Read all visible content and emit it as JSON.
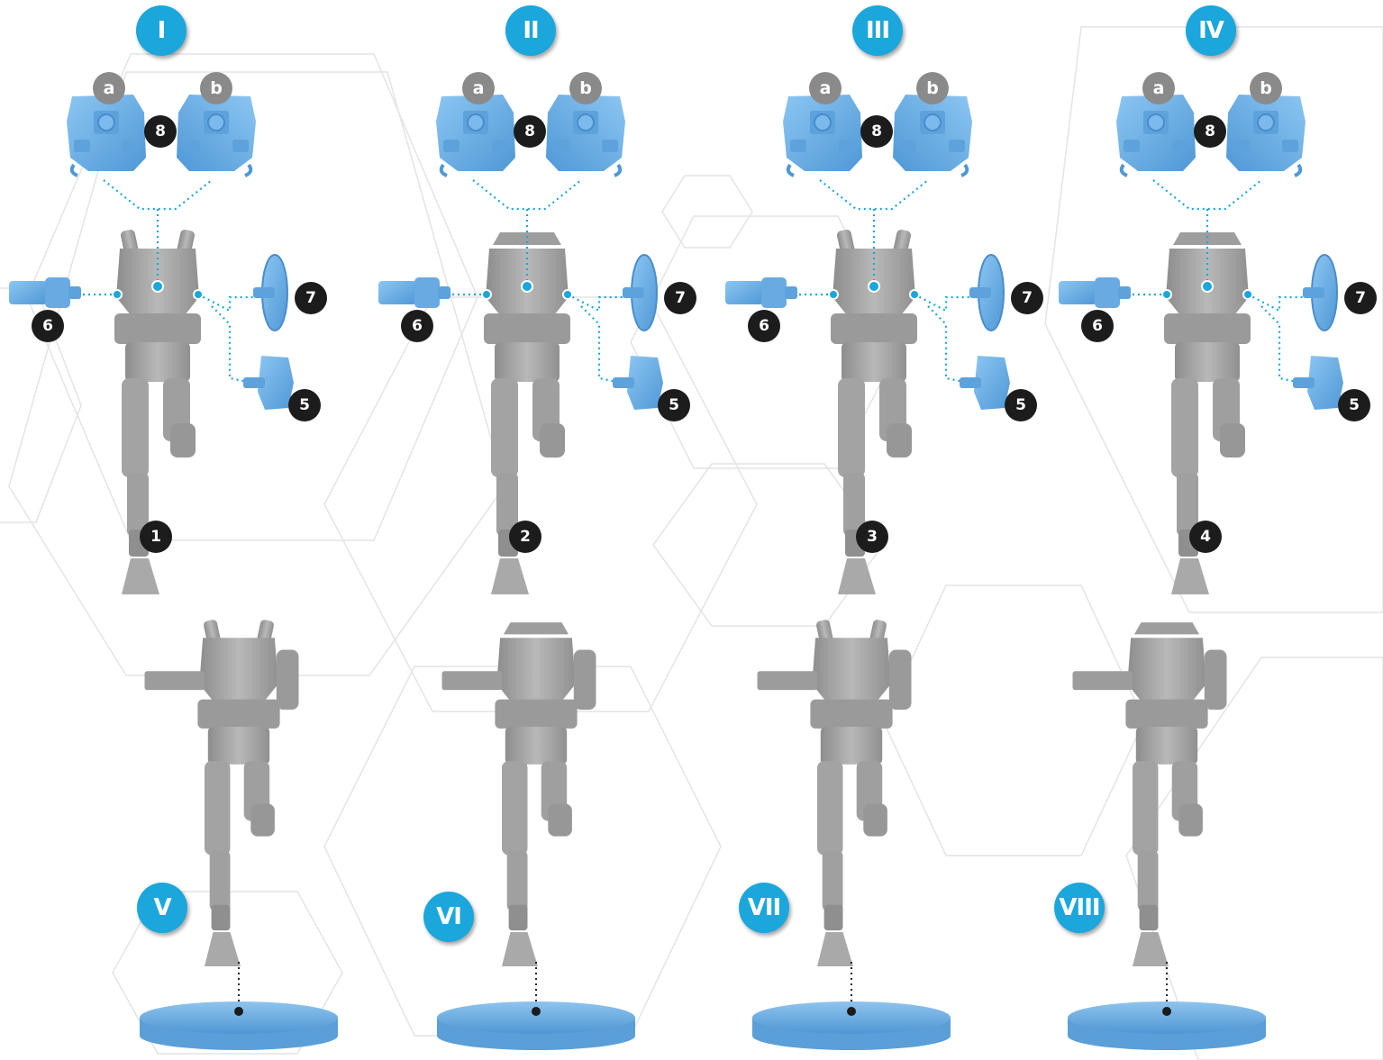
{
  "assembly_steps": [
    {
      "roman": "I",
      "body_number": "1",
      "variant": "antenna"
    },
    {
      "roman": "II",
      "body_number": "2",
      "variant": "dome"
    },
    {
      "roman": "III",
      "body_number": "3",
      "variant": "antenna"
    },
    {
      "roman": "IV",
      "body_number": "4",
      "variant": "dome"
    }
  ],
  "finished_steps": [
    {
      "roman": "V",
      "variant": "antenna"
    },
    {
      "roman": "VI",
      "variant": "dome"
    },
    {
      "roman": "VII",
      "variant": "antenna"
    },
    {
      "roman": "VIII",
      "variant": "dome"
    }
  ],
  "part_labels": {
    "head_option_a": "a",
    "head_option_b": "b",
    "head_part": "8",
    "left_arm_part": "6",
    "shield_part": "7",
    "shoulder_part": "5"
  },
  "colors": {
    "step_badge": "#1ba6dc",
    "number_badge": "#1c1c1c",
    "variant_badge": "#8a8a8a",
    "blue_parts": "#6fb0e6",
    "grey_body": "#a7a7a7",
    "connector": "#1ba6dc",
    "hex_lines": "#e3e3e3"
  }
}
